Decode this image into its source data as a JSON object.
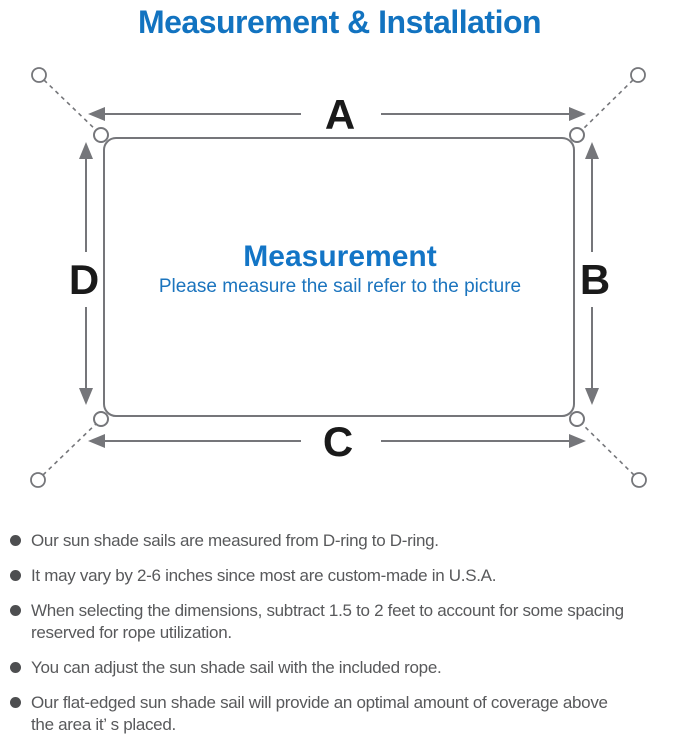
{
  "header": {
    "title": "Measurement & Installation"
  },
  "diagram": {
    "labels": {
      "top": "A",
      "right": "B",
      "bottom": "C",
      "left": "D"
    },
    "center": {
      "title": "Measurement",
      "subtitle": "Please measure the sail refer to the picture"
    },
    "icons": [
      "anchor-ring-icon",
      "d-ring-icon",
      "dimension-arrow-icon"
    ],
    "colors": {
      "accent_blue": "#1273C0",
      "center_blue": "#1375C6",
      "line_gray": "#75767A",
      "label_black": "#1A1A1A",
      "body_gray": "#58595B"
    }
  },
  "notes": {
    "items": [
      {
        "text": "Our sun shade sails are measured from D-ring to D-ring."
      },
      {
        "text": "It may vary by 2-6 inches since most are custom-made in U.S.A."
      },
      {
        "text": "When selecting the dimensions, subtract 1.5 to 2 feet to account for some spacing\nreserved for rope utilization."
      },
      {
        "text": "You can adjust the sun shade sail with the included rope."
      },
      {
        "text": "Our flat-edged sun shade sail will provide an optimal amount of coverage above\nthe area it’ s placed."
      }
    ]
  }
}
